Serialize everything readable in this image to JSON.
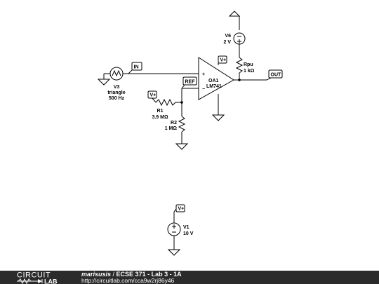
{
  "components": {
    "v6": {
      "name": "V6",
      "value": "2 V"
    },
    "rpu": {
      "name": "Rpu",
      "value": "1 kΩ"
    },
    "oa1": {
      "name": "OA1",
      "model": "LM741",
      "plus": "+",
      "minus": "−"
    },
    "v3": {
      "name": "V3",
      "wave": "triangle",
      "freq": "500 Hz"
    },
    "r1": {
      "name": "R1",
      "value": "3.9 MΩ"
    },
    "r2": {
      "name": "R2",
      "value": "1 MΩ"
    },
    "v1": {
      "name": "V1",
      "value": "10 V"
    }
  },
  "nets": {
    "in": "IN",
    "ref": "REF",
    "out": "OUT",
    "vplus_r1": "V+",
    "vplus_oa": "V+",
    "vplus_v1": "V+"
  },
  "footer": {
    "logo_top": "CIRCUIT",
    "logo_bottom": "LAB",
    "author": "marisusis",
    "separator": " / ",
    "title": "ECSE 371 - Lab 3 - 1A",
    "url": "http://circuitlab.com/cca9w2rj86y46"
  }
}
